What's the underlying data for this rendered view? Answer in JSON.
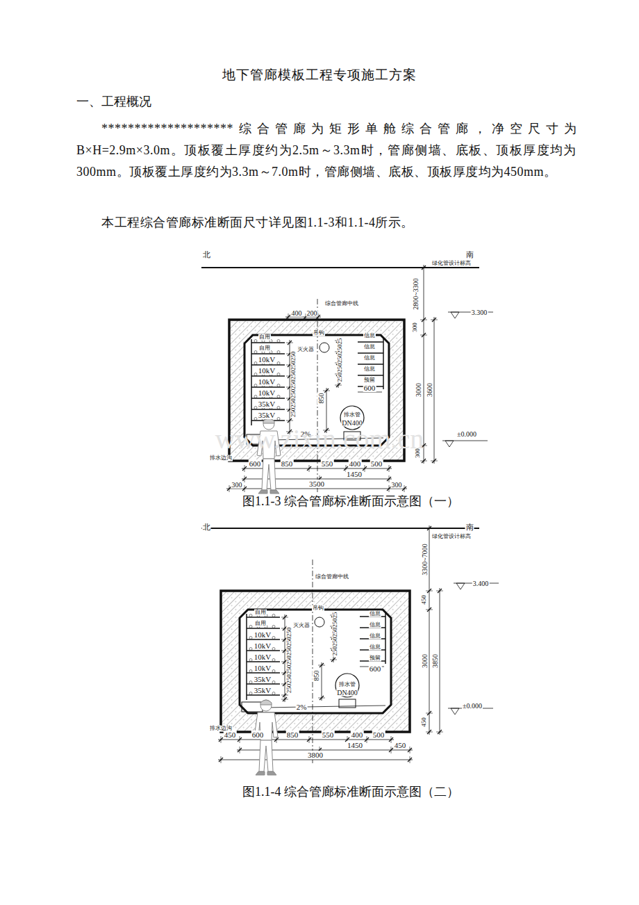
{
  "diagram": {
    "title": "地下管廊模板工程专项施工方案",
    "labels": [
      "一、工程概况",
      "********************综合管廊为矩形单舱综合管廊，净空尺寸为B×H=2.9m×3.0m。顶板覆土厚度约为2.5m～3.3m时，管廊侧墙、底板、顶板厚度均为300mm。顶板覆土厚度约为3.3m～7.0m时，管廊侧墙、底板、顶板厚度均为450mm。",
      "本工程综合管廊标准断面尺寸详见图1.1-3和1.1-4所示。",
      "北",
      "南",
      "绿化管设计标高",
      "2800~3300",
      "综合管廊中线",
      "400",
      "200",
      "3.300",
      "300",
      "自用",
      "自用",
      "10kV",
      "10kV",
      "10kV",
      "10kV",
      "35kV",
      "35kV",
      "250250250250250250250",
      "吊钩",
      "灭火器",
      "25025025025025",
      "信息",
      "信息",
      "信息",
      "信息",
      "预留",
      "600",
      "850",
      "排水管",
      "DN400",
      "2%",
      "±0.000",
      "3000",
      "3600",
      "300",
      "排水边沟",
      "600",
      "850",
      "550",
      "400",
      "500",
      "1450",
      "300",
      "3500",
      "300",
      "www.zixin.com.cn",
      "图1.1-3 综合管廊标准断面示意图（一）",
      "北",
      "南",
      "绿化管设计标高",
      "3300~7000",
      "综合管廊中线",
      "3.400",
      "450",
      "自用",
      "自用",
      "10kV",
      "10kV",
      "10kV",
      "10kV",
      "35kV",
      "35kV",
      "250250250250250250250",
      "吊钩",
      "灭火器",
      "25025025025025",
      "信息",
      "信息",
      "信息",
      "信息",
      "预留",
      "600",
      "850",
      "排水管",
      "DN400",
      "2%",
      "±0.000",
      "3000",
      "3850",
      "450",
      "排水边沟",
      "450",
      "600",
      "850",
      "550",
      "400",
      "500",
      "1450",
      "450",
      "3800",
      "图1.1-4 综合管廊标准断面示意图（二）"
    ]
  }
}
